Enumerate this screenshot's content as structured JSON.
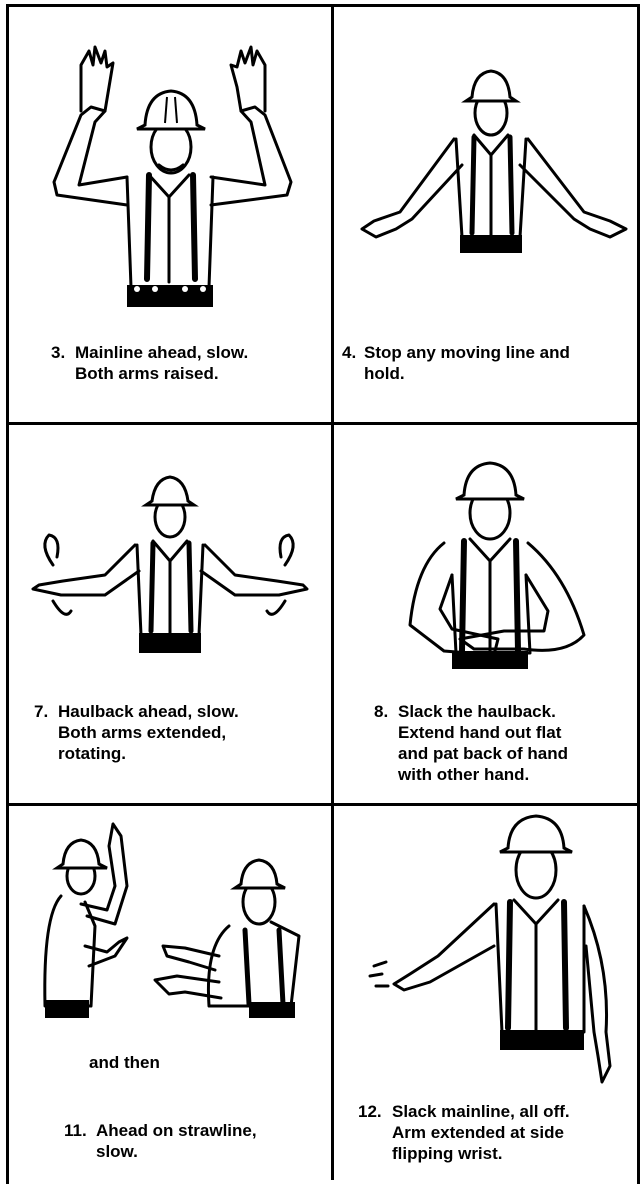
{
  "signals": [
    {
      "number": "3.",
      "lines": [
        "Mainline ahead, slow.",
        "Both arms raised."
      ]
    },
    {
      "number": "4.",
      "lines": [
        "Stop any moving line and",
        "hold."
      ]
    },
    {
      "number": "7.",
      "lines": [
        "Haulback ahead, slow.",
        "Both arms extended,",
        "rotating."
      ]
    },
    {
      "number": "8.",
      "lines": [
        "Slack the haulback.",
        "Extend hand out flat",
        "and pat back of hand",
        "with other hand."
      ]
    },
    {
      "number": "11.",
      "prefix": "and then",
      "lines": [
        "Ahead on strawline,",
        "slow."
      ]
    },
    {
      "number": "12.",
      "lines": [
        "Slack mainline, all off.",
        "Arm extended at side",
        "flipping wrist."
      ]
    }
  ]
}
